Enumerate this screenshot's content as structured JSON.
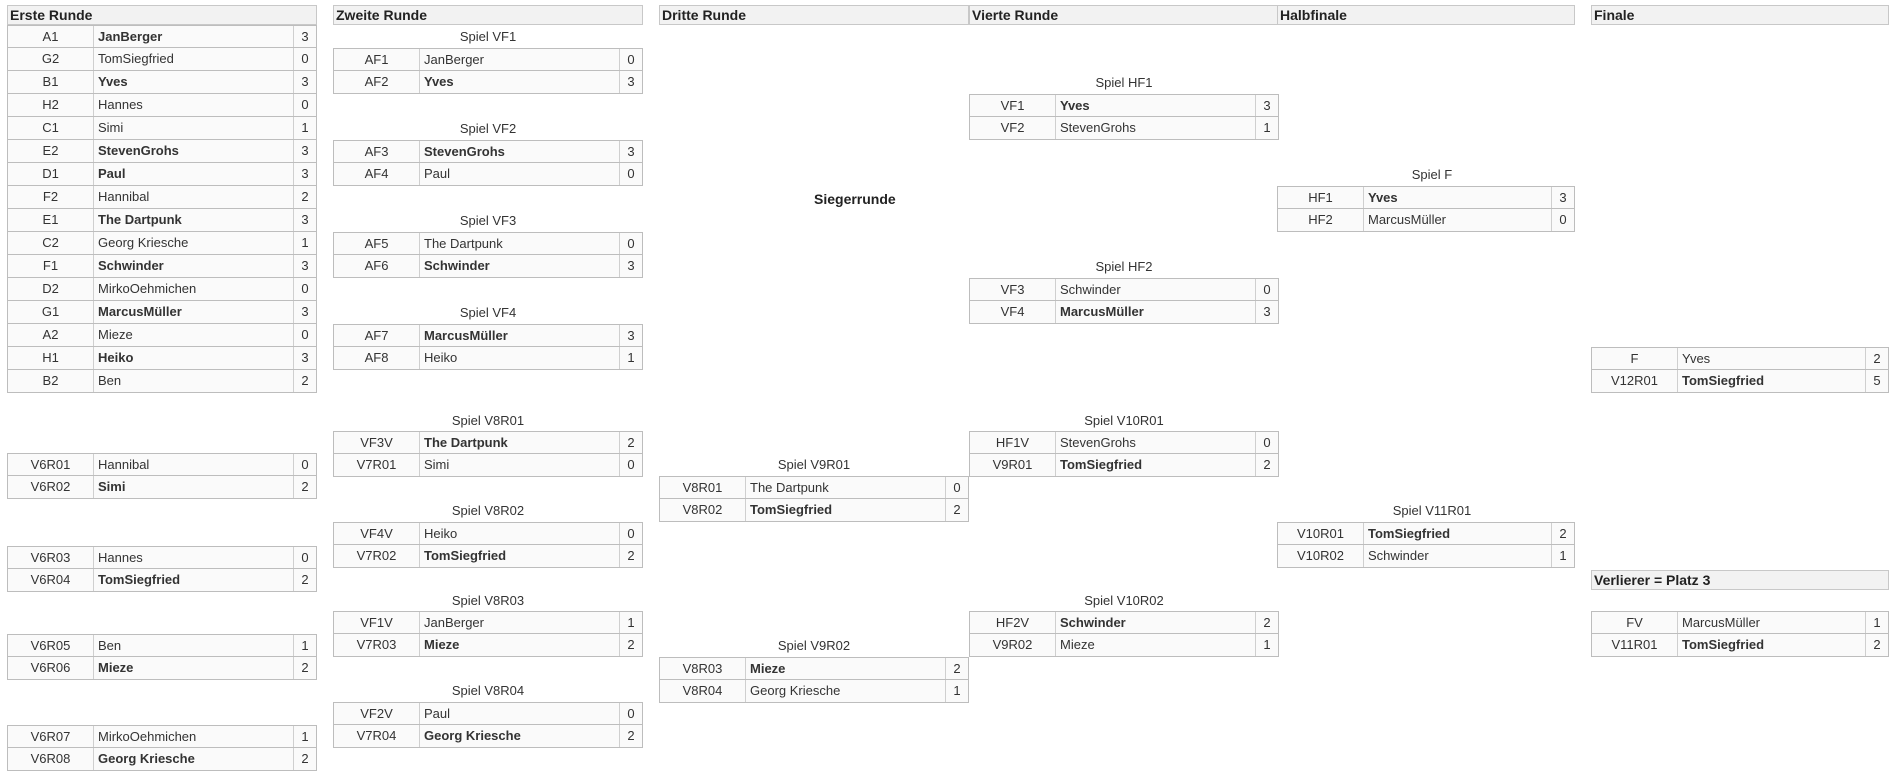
{
  "headers": {
    "r1": "Erste Runde",
    "r2": "Zweite Runde",
    "r3": "Dritte Runde",
    "r4": "Vierte Runde",
    "r5": "Halbfinale",
    "r6": "Finale"
  },
  "labels": {
    "siegerrunde": "Siegerrunde",
    "verlierer": "Verlierer = Platz 3"
  },
  "first_round": [
    {
      "id": "A1",
      "name": "JanBerger",
      "score": "3",
      "winner": true
    },
    {
      "id": "G2",
      "name": "TomSiegfried",
      "score": "0",
      "winner": false
    },
    {
      "id": "B1",
      "name": "Yves",
      "score": "3",
      "winner": true
    },
    {
      "id": "H2",
      "name": "Hannes",
      "score": "0",
      "winner": false
    },
    {
      "id": "C1",
      "name": "Simi",
      "score": "1",
      "winner": false
    },
    {
      "id": "E2",
      "name": "StevenGrohs",
      "score": "3",
      "winner": true
    },
    {
      "id": "D1",
      "name": "Paul",
      "score": "3",
      "winner": true
    },
    {
      "id": "F2",
      "name": "Hannibal",
      "score": "2",
      "winner": false
    },
    {
      "id": "E1",
      "name": "The Dartpunk",
      "score": "3",
      "winner": true
    },
    {
      "id": "C2",
      "name": "Georg Kriesche",
      "score": "1",
      "winner": false
    },
    {
      "id": "F1",
      "name": "Schwinder",
      "score": "3",
      "winner": true
    },
    {
      "id": "D2",
      "name": "MirkoOehmichen",
      "score": "0",
      "winner": false
    },
    {
      "id": "G1",
      "name": "MarcusMüller",
      "score": "3",
      "winner": true
    },
    {
      "id": "A2",
      "name": "Mieze",
      "score": "0",
      "winner": false
    },
    {
      "id": "H1",
      "name": "Heiko",
      "score": "3",
      "winner": true
    },
    {
      "id": "B2",
      "name": "Ben",
      "score": "2",
      "winner": false
    }
  ],
  "games": {
    "vf1": {
      "title": "Spiel VF1",
      "rows": [
        {
          "id": "AF1",
          "name": "JanBerger",
          "score": "0",
          "winner": false
        },
        {
          "id": "AF2",
          "name": "Yves",
          "score": "3",
          "winner": true
        }
      ]
    },
    "vf2": {
      "title": "Spiel VF2",
      "rows": [
        {
          "id": "AF3",
          "name": "StevenGrohs",
          "score": "3",
          "winner": true
        },
        {
          "id": "AF4",
          "name": "Paul",
          "score": "0",
          "winner": false
        }
      ]
    },
    "vf3": {
      "title": "Spiel VF3",
      "rows": [
        {
          "id": "AF5",
          "name": "The Dartpunk",
          "score": "0",
          "winner": false
        },
        {
          "id": "AF6",
          "name": "Schwinder",
          "score": "3",
          "winner": true
        }
      ]
    },
    "vf4": {
      "title": "Spiel VF4",
      "rows": [
        {
          "id": "AF7",
          "name": "MarcusMüller",
          "score": "3",
          "winner": true
        },
        {
          "id": "AF8",
          "name": "Heiko",
          "score": "1",
          "winner": false
        }
      ]
    },
    "hf1": {
      "title": "Spiel HF1",
      "rows": [
        {
          "id": "VF1",
          "name": "Yves",
          "score": "3",
          "winner": true
        },
        {
          "id": "VF2",
          "name": "StevenGrohs",
          "score": "1",
          "winner": false
        }
      ]
    },
    "hf2": {
      "title": "Spiel HF2",
      "rows": [
        {
          "id": "VF3",
          "name": "Schwinder",
          "score": "0",
          "winner": false
        },
        {
          "id": "VF4",
          "name": "MarcusMüller",
          "score": "3",
          "winner": true
        }
      ]
    },
    "f": {
      "title": "Spiel F",
      "rows": [
        {
          "id": "HF1",
          "name": "Yves",
          "score": "3",
          "winner": true
        },
        {
          "id": "HF2",
          "name": "MarcusMüller",
          "score": "0",
          "winner": false
        }
      ]
    },
    "finale": {
      "title": "",
      "rows": [
        {
          "id": "F",
          "name": "Yves",
          "score": "2",
          "winner": false
        },
        {
          "id": "V12R01",
          "name": "TomSiegfried",
          "score": "5",
          "winner": true
        }
      ]
    },
    "v6a": {
      "title": "",
      "rows": [
        {
          "id": "V6R01",
          "name": "Hannibal",
          "score": "0",
          "winner": false
        },
        {
          "id": "V6R02",
          "name": "Simi",
          "score": "2",
          "winner": true
        }
      ]
    },
    "v6b": {
      "title": "",
      "rows": [
        {
          "id": "V6R03",
          "name": "Hannes",
          "score": "0",
          "winner": false
        },
        {
          "id": "V6R04",
          "name": "TomSiegfried",
          "score": "2",
          "winner": true
        }
      ]
    },
    "v6c": {
      "title": "",
      "rows": [
        {
          "id": "V6R05",
          "name": "Ben",
          "score": "1",
          "winner": false
        },
        {
          "id": "V6R06",
          "name": "Mieze",
          "score": "2",
          "winner": true
        }
      ]
    },
    "v6d": {
      "title": "",
      "rows": [
        {
          "id": "V6R07",
          "name": "MirkoOehmichen",
          "score": "1",
          "winner": false
        },
        {
          "id": "V6R08",
          "name": "Georg Kriesche",
          "score": "2",
          "winner": true
        }
      ]
    },
    "v8r01": {
      "title": "Spiel V8R01",
      "rows": [
        {
          "id": "VF3V",
          "name": "The Dartpunk",
          "score": "2",
          "winner": true
        },
        {
          "id": "V7R01",
          "name": "Simi",
          "score": "0",
          "winner": false
        }
      ]
    },
    "v8r02": {
      "title": "Spiel V8R02",
      "rows": [
        {
          "id": "VF4V",
          "name": "Heiko",
          "score": "0",
          "winner": false
        },
        {
          "id": "V7R02",
          "name": "TomSiegfried",
          "score": "2",
          "winner": true
        }
      ]
    },
    "v8r03": {
      "title": "Spiel V8R03",
      "rows": [
        {
          "id": "VF1V",
          "name": "JanBerger",
          "score": "1",
          "winner": false
        },
        {
          "id": "V7R03",
          "name": "Mieze",
          "score": "2",
          "winner": true
        }
      ]
    },
    "v8r04": {
      "title": "Spiel V8R04",
      "rows": [
        {
          "id": "VF2V",
          "name": "Paul",
          "score": "0",
          "winner": false
        },
        {
          "id": "V7R04",
          "name": "Georg Kriesche",
          "score": "2",
          "winner": true
        }
      ]
    },
    "v9r01": {
      "title": "Spiel V9R01",
      "rows": [
        {
          "id": "V8R01",
          "name": "The Dartpunk",
          "score": "0",
          "winner": false
        },
        {
          "id": "V8R02",
          "name": "TomSiegfried",
          "score": "2",
          "winner": true
        }
      ]
    },
    "v9r02": {
      "title": "Spiel V9R02",
      "rows": [
        {
          "id": "V8R03",
          "name": "Mieze",
          "score": "2",
          "winner": true
        },
        {
          "id": "V8R04",
          "name": "Georg Kriesche",
          "score": "1",
          "winner": false
        }
      ]
    },
    "v10r01": {
      "title": "Spiel V10R01",
      "rows": [
        {
          "id": "HF1V",
          "name": "StevenGrohs",
          "score": "0",
          "winner": false
        },
        {
          "id": "V9R01",
          "name": "TomSiegfried",
          "score": "2",
          "winner": true
        }
      ]
    },
    "v10r02": {
      "title": "Spiel V10R02",
      "rows": [
        {
          "id": "HF2V",
          "name": "Schwinder",
          "score": "2",
          "winner": true
        },
        {
          "id": "V9R02",
          "name": "Mieze",
          "score": "1",
          "winner": false
        }
      ]
    },
    "v11r01": {
      "title": "Spiel V11R01",
      "rows": [
        {
          "id": "V10R01",
          "name": "TomSiegfried",
          "score": "2",
          "winner": true
        },
        {
          "id": "V10R02",
          "name": "Schwinder",
          "score": "1",
          "winner": false
        }
      ]
    },
    "platz3": {
      "title": "",
      "rows": [
        {
          "id": "FV",
          "name": "MarcusMüller",
          "score": "1",
          "winner": false
        },
        {
          "id": "V11R01",
          "name": "TomSiegfried",
          "score": "2",
          "winner": true
        }
      ]
    }
  }
}
